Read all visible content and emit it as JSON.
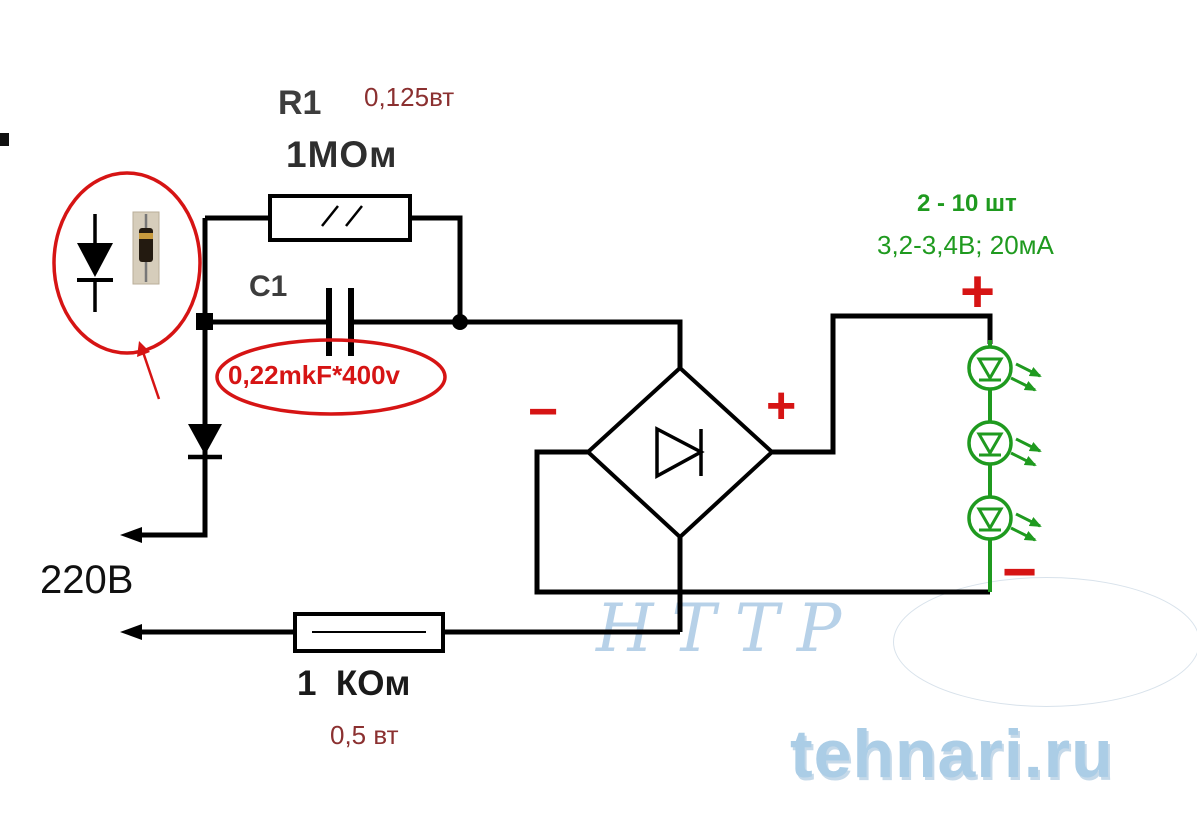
{
  "diagram": {
    "components": {
      "r1": {
        "name": "R1",
        "value": "1МОм",
        "power": "0,125вт"
      },
      "c1": {
        "name": "C1",
        "value": "0,22mkF*400v"
      },
      "r2": {
        "value": "1  КОм",
        "power": "0,5 вт"
      },
      "mains": {
        "voltage": "220В"
      },
      "leds": {
        "count": "2 - 10 шт",
        "spec": "3,2-3,4В; 20мА"
      },
      "bridge": {
        "plus": "+",
        "minus": "−"
      },
      "led_chain": {
        "plus": "+",
        "minus": "−"
      }
    },
    "watermarks": {
      "http": "HTTP",
      "site": "tehnari.ru"
    }
  },
  "colors": {
    "wire": "#000000",
    "red": "#d61414",
    "green": "#1f9a1f",
    "dark_red_text": "#8b3030",
    "watermark": "#abcde6"
  }
}
